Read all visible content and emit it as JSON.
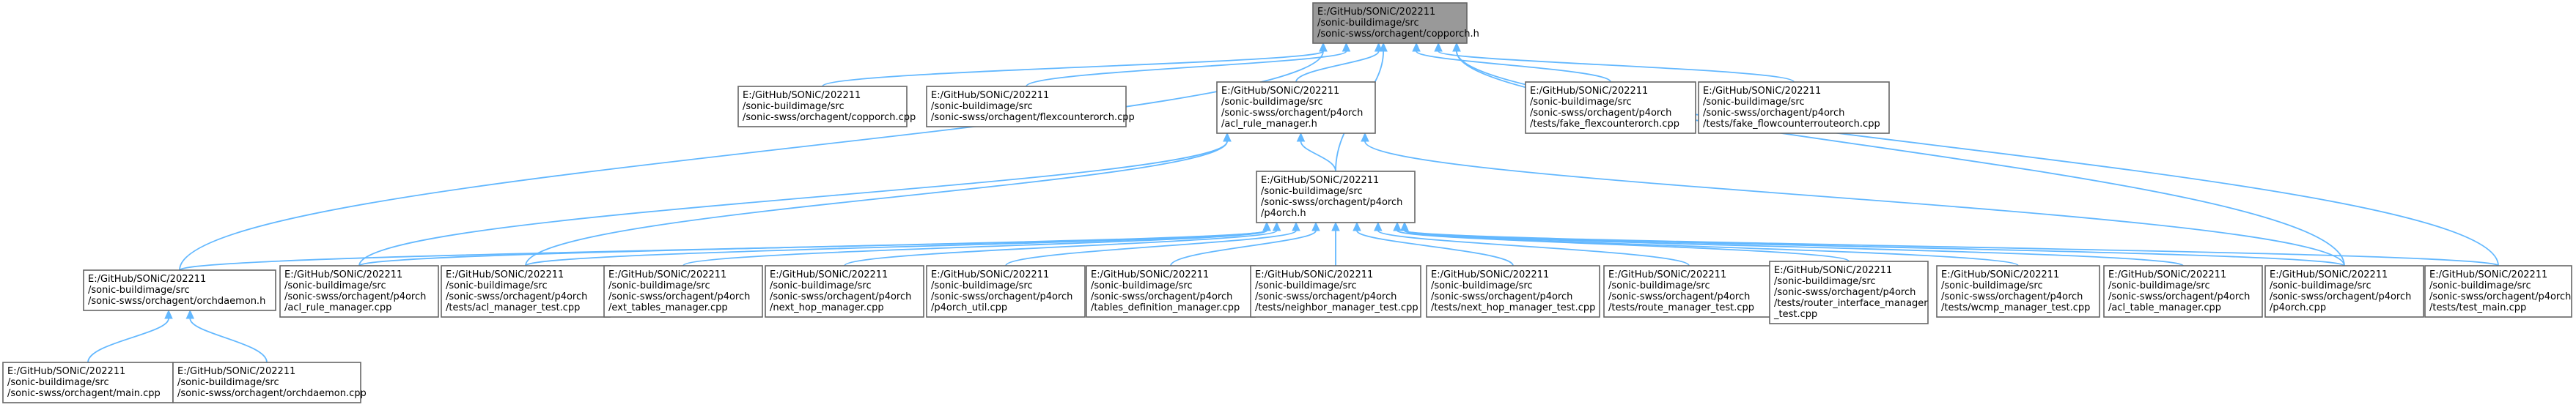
{
  "diagram": {
    "nodes": [
      {
        "id": "copporch_h",
        "lines": [
          "E:/GitHub/SONiC/202211",
          "/sonic-buildimage/src",
          "/sonic-swss/orchagent/copporch.h"
        ],
        "highlight": true
      },
      {
        "id": "copporch_cpp",
        "lines": [
          "E:/GitHub/SONiC/202211",
          "/sonic-buildimage/src",
          "/sonic-swss/orchagent/copporch.cpp"
        ]
      },
      {
        "id": "flexcounterorch_cpp",
        "lines": [
          "E:/GitHub/SONiC/202211",
          "/sonic-buildimage/src",
          "/sonic-swss/orchagent/flexcounterorch.cpp"
        ]
      },
      {
        "id": "acl_rule_manager_h",
        "lines": [
          "E:/GitHub/SONiC/202211",
          "/sonic-buildimage/src",
          "/sonic-swss/orchagent/p4orch",
          "/acl_rule_manager.h"
        ]
      },
      {
        "id": "fake_flexcounterorch",
        "lines": [
          "E:/GitHub/SONiC/202211",
          "/sonic-buildimage/src",
          "/sonic-swss/orchagent/p4orch",
          "/tests/fake_flexcounterorch.cpp"
        ]
      },
      {
        "id": "fake_flowcounterrouteorch",
        "lines": [
          "E:/GitHub/SONiC/202211",
          "/sonic-buildimage/src",
          "/sonic-swss/orchagent/p4orch",
          "/tests/fake_flowcounterrouteorch.cpp"
        ]
      },
      {
        "id": "p4orch_h",
        "lines": [
          "E:/GitHub/SONiC/202211",
          "/sonic-buildimage/src",
          "/sonic-swss/orchagent/p4orch",
          "/p4orch.h"
        ]
      },
      {
        "id": "orchdaemon_h",
        "lines": [
          "E:/GitHub/SONiC/202211",
          "/sonic-buildimage/src",
          "/sonic-swss/orchagent/orchdaemon.h"
        ]
      },
      {
        "id": "acl_rule_manager_cpp",
        "lines": [
          "E:/GitHub/SONiC/202211",
          "/sonic-buildimage/src",
          "/sonic-swss/orchagent/p4orch",
          "/acl_rule_manager.cpp"
        ]
      },
      {
        "id": "acl_manager_test",
        "lines": [
          "E:/GitHub/SONiC/202211",
          "/sonic-buildimage/src",
          "/sonic-swss/orchagent/p4orch",
          "/tests/acl_manager_test.cpp"
        ]
      },
      {
        "id": "ext_tables_manager",
        "lines": [
          "E:/GitHub/SONiC/202211",
          "/sonic-buildimage/src",
          "/sonic-swss/orchagent/p4orch",
          "/ext_tables_manager.cpp"
        ]
      },
      {
        "id": "next_hop_manager",
        "lines": [
          "E:/GitHub/SONiC/202211",
          "/sonic-buildimage/src",
          "/sonic-swss/orchagent/p4orch",
          "/next_hop_manager.cpp"
        ]
      },
      {
        "id": "p4orch_util",
        "lines": [
          "E:/GitHub/SONiC/202211",
          "/sonic-buildimage/src",
          "/sonic-swss/orchagent/p4orch",
          "/p4orch_util.cpp"
        ]
      },
      {
        "id": "tables_definition_manager",
        "lines": [
          "E:/GitHub/SONiC/202211",
          "/sonic-buildimage/src",
          "/sonic-swss/orchagent/p4orch",
          "/tables_definition_manager.cpp"
        ]
      },
      {
        "id": "neighbor_manager_test",
        "lines": [
          "E:/GitHub/SONiC/202211",
          "/sonic-buildimage/src",
          "/sonic-swss/orchagent/p4orch",
          "/tests/neighbor_manager_test.cpp"
        ]
      },
      {
        "id": "next_hop_manager_test",
        "lines": [
          "E:/GitHub/SONiC/202211",
          "/sonic-buildimage/src",
          "/sonic-swss/orchagent/p4orch",
          "/tests/next_hop_manager_test.cpp"
        ]
      },
      {
        "id": "route_manager_test",
        "lines": [
          "E:/GitHub/SONiC/202211",
          "/sonic-buildimage/src",
          "/sonic-swss/orchagent/p4orch",
          "/tests/route_manager_test.cpp"
        ]
      },
      {
        "id": "router_interface_manager_test",
        "lines": [
          "E:/GitHub/SONiC/202211",
          "/sonic-buildimage/src",
          "/sonic-swss/orchagent/p4orch",
          "/tests/router_interface_manager",
          "_test.cpp"
        ]
      },
      {
        "id": "wcmp_manager_test",
        "lines": [
          "E:/GitHub/SONiC/202211",
          "/sonic-buildimage/src",
          "/sonic-swss/orchagent/p4orch",
          "/tests/wcmp_manager_test.cpp"
        ]
      },
      {
        "id": "acl_table_manager",
        "lines": [
          "E:/GitHub/SONiC/202211",
          "/sonic-buildimage/src",
          "/sonic-swss/orchagent/p4orch",
          "/acl_table_manager.cpp"
        ]
      },
      {
        "id": "p4orch_cpp",
        "lines": [
          "E:/GitHub/SONiC/202211",
          "/sonic-buildimage/src",
          "/sonic-swss/orchagent/p4orch",
          "/p4orch.cpp"
        ]
      },
      {
        "id": "test_main",
        "lines": [
          "E:/GitHub/SONiC/202211",
          "/sonic-buildimage/src",
          "/sonic-swss/orchagent/p4orch",
          "/tests/test_main.cpp"
        ]
      },
      {
        "id": "main_cpp",
        "lines": [
          "E:/GitHub/SONiC/202211",
          "/sonic-buildimage/src",
          "/sonic-swss/orchagent/main.cpp"
        ]
      },
      {
        "id": "orchdaemon_cpp",
        "lines": [
          "E:/GitHub/SONiC/202211",
          "/sonic-buildimage/src",
          "/sonic-swss/orchagent/orchdaemon.cpp"
        ]
      }
    ],
    "edges": [
      {
        "from": "copporch_cpp",
        "to": "copporch_h"
      },
      {
        "from": "flexcounterorch_cpp",
        "to": "copporch_h"
      },
      {
        "from": "acl_rule_manager_h",
        "to": "copporch_h"
      },
      {
        "from": "fake_flexcounterorch",
        "to": "copporch_h"
      },
      {
        "from": "fake_flowcounterrouteorch",
        "to": "copporch_h"
      },
      {
        "from": "p4orch_h",
        "to": "copporch_h"
      },
      {
        "from": "orchdaemon_h",
        "to": "copporch_h"
      },
      {
        "from": "p4orch_cpp",
        "to": "copporch_h"
      },
      {
        "from": "test_main",
        "to": "copporch_h"
      },
      {
        "from": "p4orch_h",
        "to": "acl_rule_manager_h"
      },
      {
        "from": "acl_rule_manager_cpp",
        "to": "acl_rule_manager_h"
      },
      {
        "from": "acl_manager_test",
        "to": "acl_rule_manager_h"
      },
      {
        "from": "p4orch_cpp",
        "to": "acl_rule_manager_h"
      },
      {
        "from": "orchdaemon_h",
        "to": "p4orch_h"
      },
      {
        "from": "acl_rule_manager_cpp",
        "to": "p4orch_h"
      },
      {
        "from": "acl_manager_test",
        "to": "p4orch_h"
      },
      {
        "from": "ext_tables_manager",
        "to": "p4orch_h"
      },
      {
        "from": "next_hop_manager",
        "to": "p4orch_h"
      },
      {
        "from": "p4orch_util",
        "to": "p4orch_h"
      },
      {
        "from": "tables_definition_manager",
        "to": "p4orch_h"
      },
      {
        "from": "neighbor_manager_test",
        "to": "p4orch_h"
      },
      {
        "from": "next_hop_manager_test",
        "to": "p4orch_h"
      },
      {
        "from": "route_manager_test",
        "to": "p4orch_h"
      },
      {
        "from": "router_interface_manager_test",
        "to": "p4orch_h"
      },
      {
        "from": "wcmp_manager_test",
        "to": "p4orch_h"
      },
      {
        "from": "acl_table_manager",
        "to": "p4orch_h"
      },
      {
        "from": "p4orch_cpp",
        "to": "p4orch_h"
      },
      {
        "from": "test_main",
        "to": "p4orch_h"
      },
      {
        "from": "main_cpp",
        "to": "orchdaemon_h"
      },
      {
        "from": "orchdaemon_cpp",
        "to": "orchdaemon_h"
      }
    ]
  }
}
